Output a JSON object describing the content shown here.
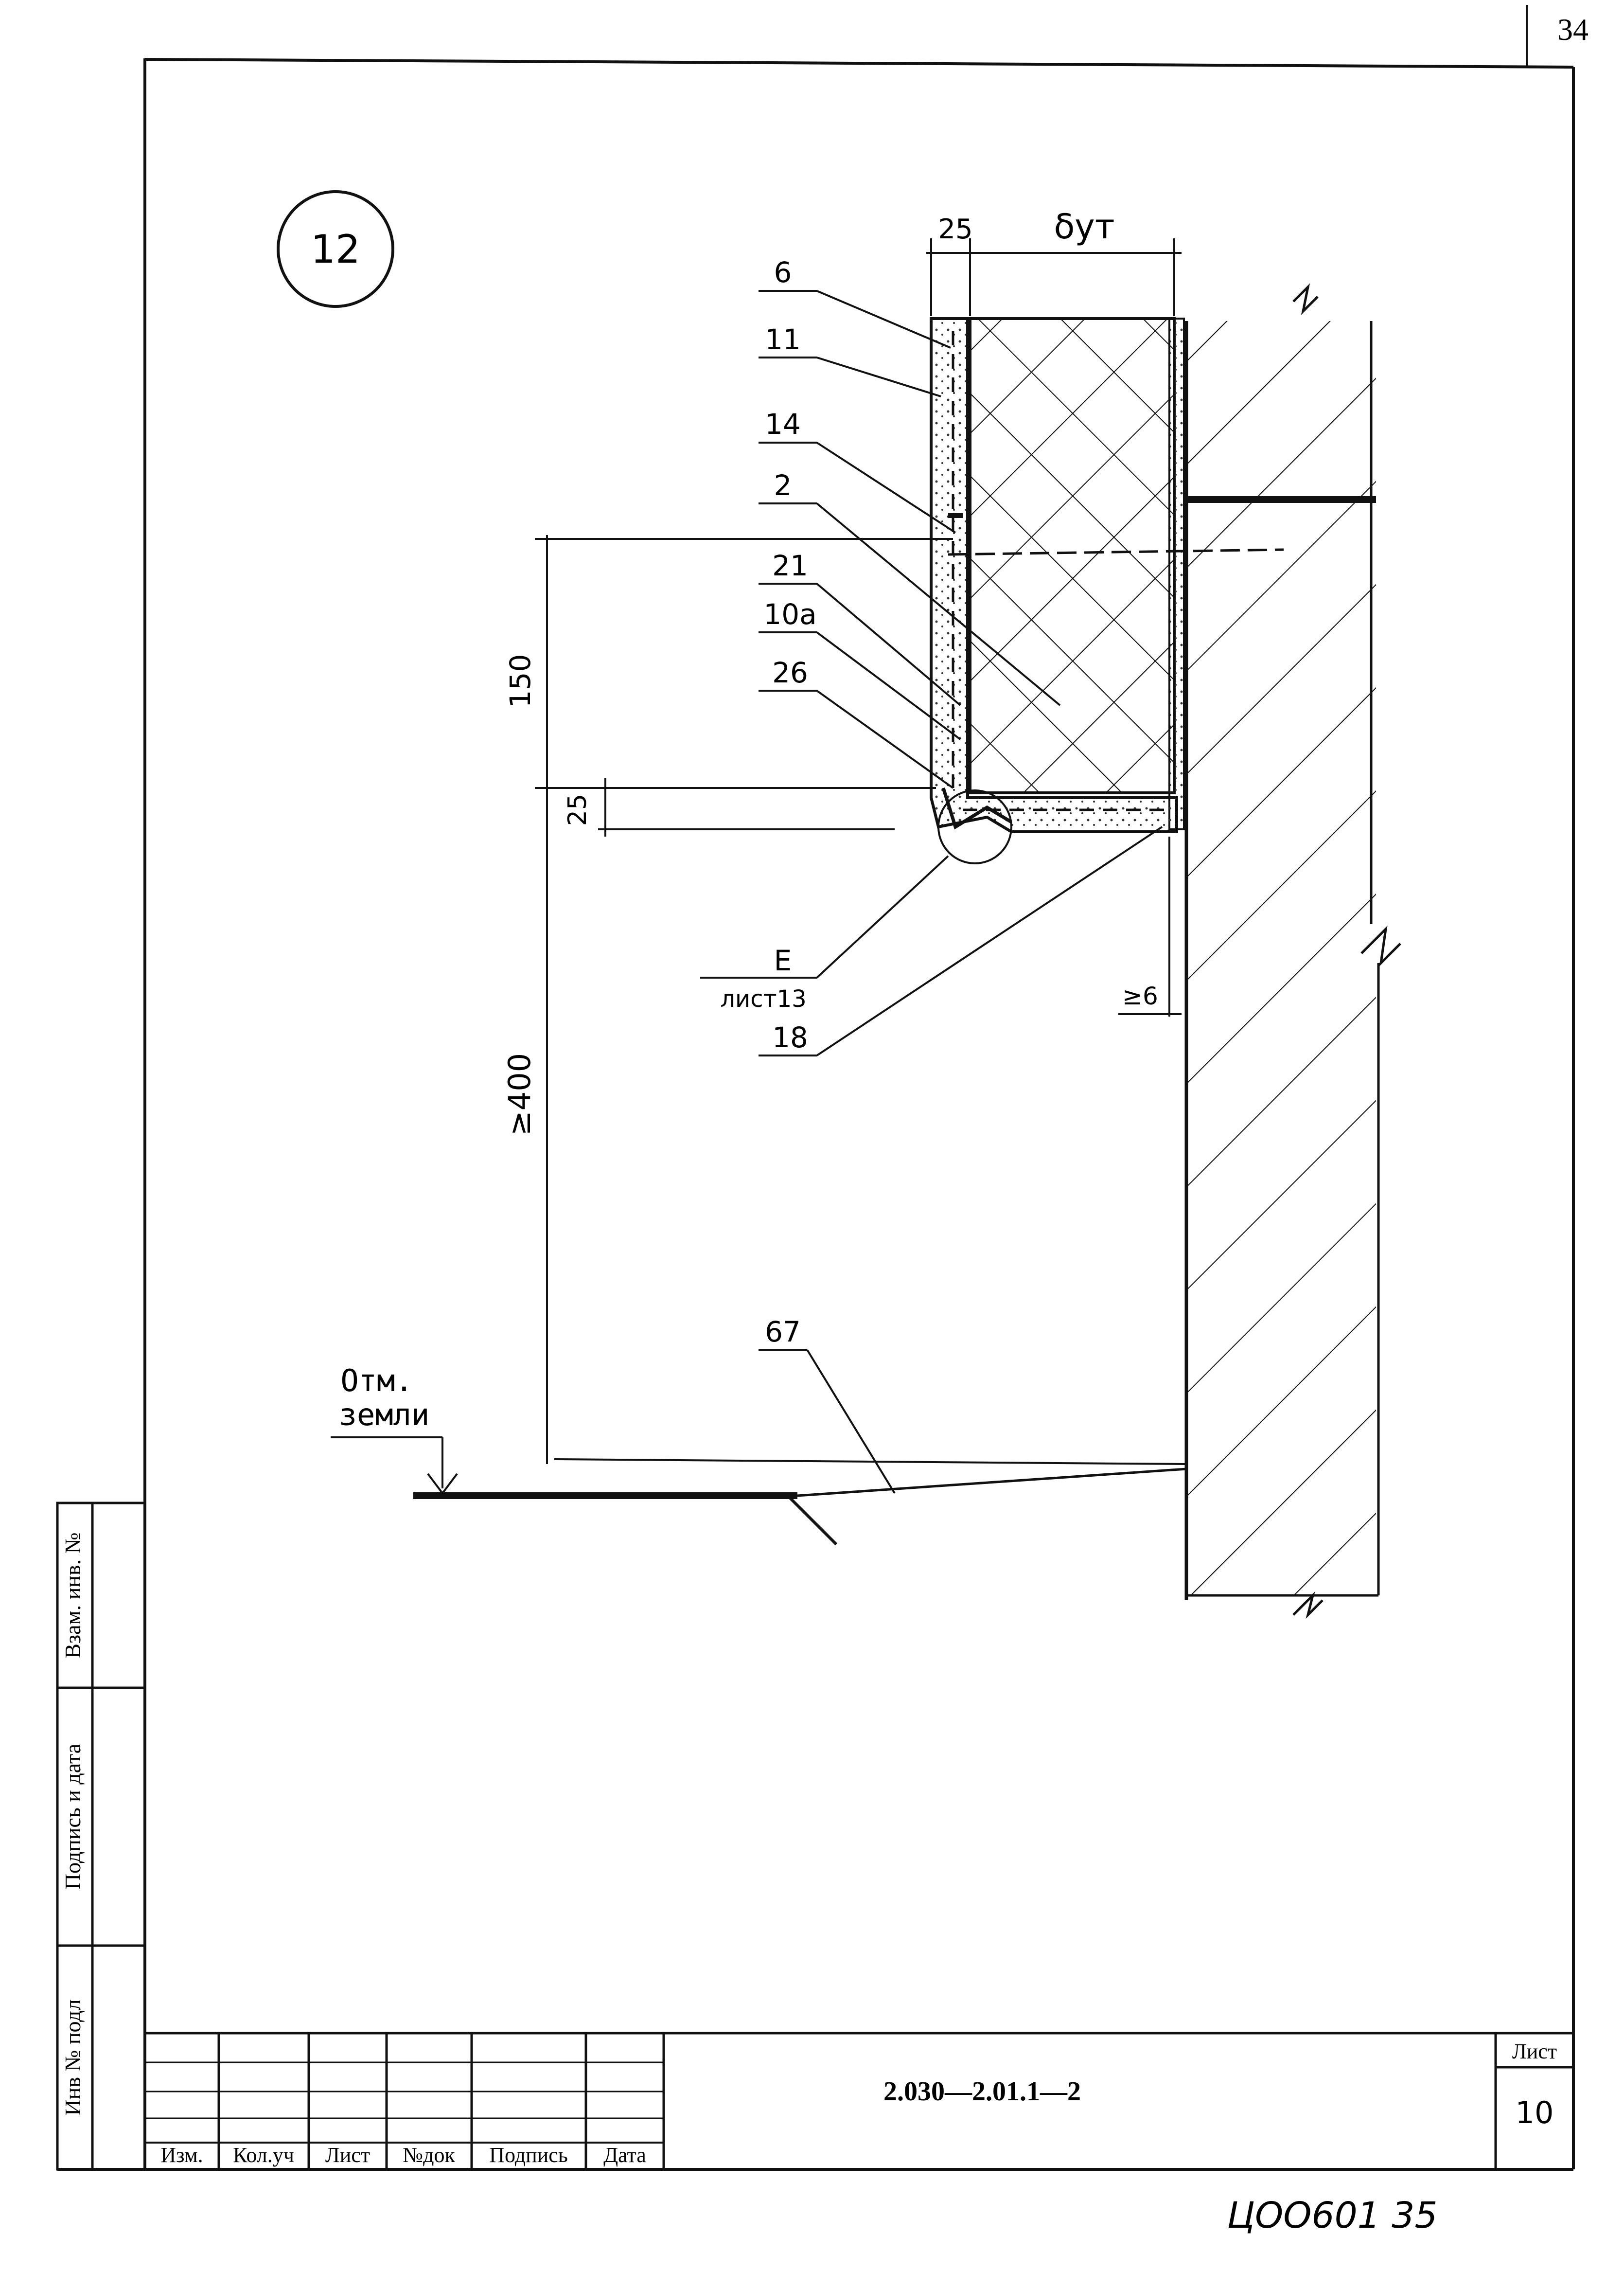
{
  "page_number": "34",
  "detail": {
    "number": "12"
  },
  "dimensions": {
    "top_thickness": "25",
    "insulation_thickness": "δут",
    "height_150": "150",
    "height_25": "25",
    "min_height": "≥400",
    "gap": "≥6"
  },
  "callouts": [
    "6",
    "11",
    "14",
    "2",
    "21",
    "10а",
    "26",
    "18",
    "67"
  ],
  "reference": {
    "label": "Е",
    "sheet": "лист13"
  },
  "ground": {
    "line1": "Отм.",
    "line2": "земли"
  },
  "side_stamp": {
    "cell1": "Взам. инв. №",
    "cell2": "Подпись и дата",
    "cell3": "Инв  № подл"
  },
  "title_block": {
    "headers": [
      "Изм.",
      "Кол.уч",
      "Лист",
      "№док",
      "Подпись",
      "Дата"
    ],
    "document_code": "2.030—2.01.1—2",
    "sheet_label": "Лист",
    "sheet_number": "10"
  },
  "footer_handwriting": "ЦОО601   35"
}
